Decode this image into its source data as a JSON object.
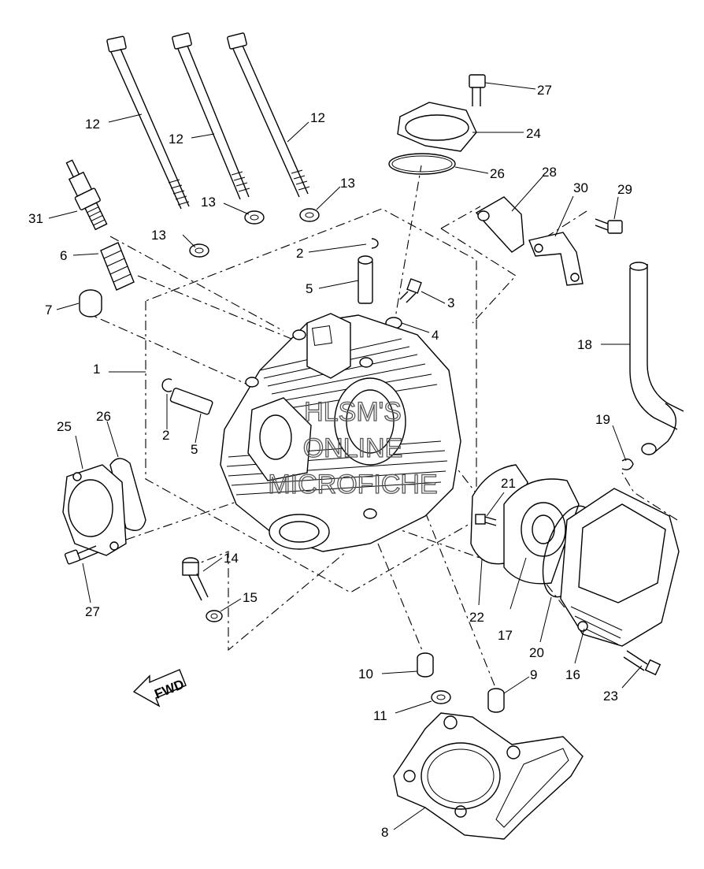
{
  "watermark": {
    "line1": "HLSM'S",
    "line2": "ONLINE",
    "line3": "MICROFICHE"
  },
  "fwd_label": "FWD",
  "callouts": [
    {
      "id": "c1",
      "number": "1"
    },
    {
      "id": "c2a",
      "number": "2"
    },
    {
      "id": "c2b",
      "number": "2"
    },
    {
      "id": "c3",
      "number": "3"
    },
    {
      "id": "c4",
      "number": "4"
    },
    {
      "id": "c5a",
      "number": "5"
    },
    {
      "id": "c5b",
      "number": "5"
    },
    {
      "id": "c6",
      "number": "6"
    },
    {
      "id": "c7",
      "number": "7"
    },
    {
      "id": "c8",
      "number": "8"
    },
    {
      "id": "c9",
      "number": "9"
    },
    {
      "id": "c10",
      "number": "10"
    },
    {
      "id": "c11",
      "number": "11"
    },
    {
      "id": "c12a",
      "number": "12"
    },
    {
      "id": "c12b",
      "number": "12"
    },
    {
      "id": "c12c",
      "number": "12"
    },
    {
      "id": "c13a",
      "number": "13"
    },
    {
      "id": "c13b",
      "number": "13"
    },
    {
      "id": "c13c",
      "number": "13"
    },
    {
      "id": "c14",
      "number": "14"
    },
    {
      "id": "c15",
      "number": "15"
    },
    {
      "id": "c16",
      "number": "16"
    },
    {
      "id": "c17",
      "number": "17"
    },
    {
      "id": "c18",
      "number": "18"
    },
    {
      "id": "c19",
      "number": "19"
    },
    {
      "id": "c20",
      "number": "20"
    },
    {
      "id": "c21",
      "number": "21"
    },
    {
      "id": "c22",
      "number": "22"
    },
    {
      "id": "c23",
      "number": "23"
    },
    {
      "id": "c24",
      "number": "24"
    },
    {
      "id": "c25",
      "number": "25"
    },
    {
      "id": "c26a",
      "number": "26"
    },
    {
      "id": "c26b",
      "number": "26"
    },
    {
      "id": "c27a",
      "number": "27"
    },
    {
      "id": "c27b",
      "number": "27"
    },
    {
      "id": "c28",
      "number": "28"
    },
    {
      "id": "c29",
      "number": "29"
    },
    {
      "id": "c30",
      "number": "30"
    },
    {
      "id": "c31",
      "number": "31"
    }
  ]
}
